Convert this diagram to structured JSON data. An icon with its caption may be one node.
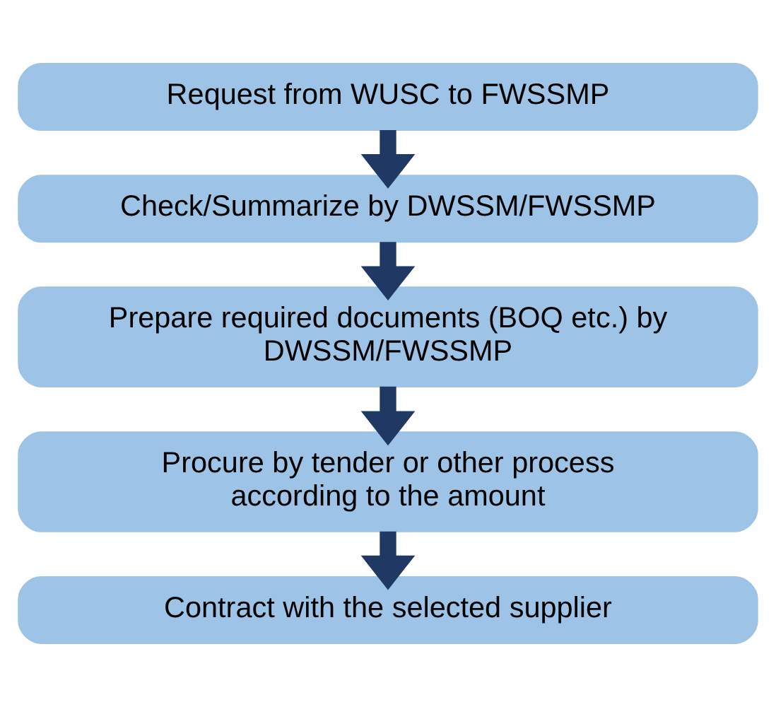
{
  "diagram": {
    "nodes": [
      {
        "text": [
          "Request from WUSC to FWSSMP"
        ]
      },
      {
        "text": [
          "Check/Summarize by DWSSM/FWSSMP"
        ]
      },
      {
        "text": [
          "Prepare required documents (BOQ etc.) by DWSSM/FWSSMP"
        ]
      },
      {
        "text": [
          "Procure by tender or other process according to the amount"
        ]
      },
      {
        "text": [
          "Contract with the selected supplier"
        ]
      }
    ],
    "edges": [
      {
        "from": 0,
        "to": 1,
        "arrow": "to"
      },
      {
        "from": 1,
        "to": 2,
        "arrow": "to"
      },
      {
        "from": 2,
        "to": 3,
        "arrow": "to"
      },
      {
        "from": 3,
        "to": 4,
        "arrow": "to"
      }
    ]
  }
}
